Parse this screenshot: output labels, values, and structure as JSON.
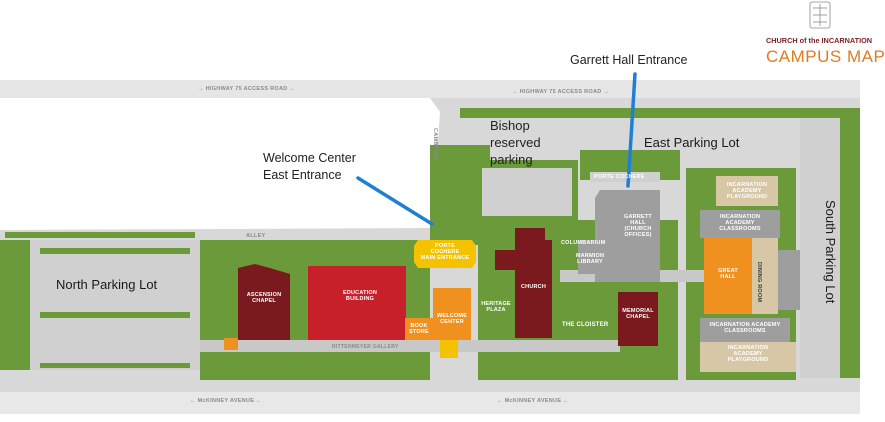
{
  "header": {
    "church_name": "CHURCH of the INCARNATION",
    "map_title": "CAMPUS MAP",
    "logo_icon": "church-logo-icon"
  },
  "roads": {
    "highway_left": "→ HIGHWAY 75 ACCESS ROAD →",
    "highway_right": "→ HIGHWAY 75 ACCESS ROAD →",
    "mckinney_left": "← McKINNEY AVENUE ←",
    "mckinney_right": "← McKINNEY AVENUE ←",
    "cambrick": "CAMBRICK",
    "alley": "ALLEY",
    "rittenmeyer": "RITTENMEYER GALLERY"
  },
  "callouts": {
    "garrett": "Garrett Hall Entrance",
    "welcome_line1": "Welcome Center",
    "welcome_line2": "East Entrance",
    "bishop_line1": "Bishop",
    "bishop_line2": "reserved",
    "bishop_line3": "parking"
  },
  "lots": {
    "north": "North Parking Lot",
    "east": "East Parking Lot",
    "south": "South Parking Lot"
  },
  "buildings": {
    "ascension": [
      "ASCENSION",
      "CHAPEL"
    ],
    "education": [
      "EDUCATION",
      "BUILDING"
    ],
    "book_store": [
      "BOOK",
      "STORE"
    ],
    "porte_main": [
      "PORTE",
      "COCHERE",
      "MAIN ENTRANCE"
    ],
    "welcome": [
      "WELCOME",
      "CENTER"
    ],
    "heritage": [
      "HERITAGE",
      "PLAZA"
    ],
    "church": "CHURCH",
    "columbarium": "COLUMBARIUM",
    "marmion": [
      "MARMION",
      "LIBRARY"
    ],
    "porte_east": "PORTE COCHERE",
    "garrett_hall": [
      "GARRETT",
      "HALL",
      "(CHURCH",
      "OFFICES)"
    ],
    "cloister": "THE CLOISTER",
    "memorial": [
      "MEMORIAL",
      "CHAPEL"
    ],
    "playground_top": [
      "INCARNATION",
      "ACADEMY",
      "PLAYGROUND"
    ],
    "classrooms_top": [
      "INCARNATION",
      "ACADEMY",
      "CLASSROOMS"
    ],
    "great_hall": [
      "GREAT",
      "HALL"
    ],
    "dining_room": [
      "DINING",
      "ROOM"
    ],
    "classrooms_bottom": [
      "INCARNATION ACADEMY",
      "CLASSROOMS"
    ],
    "playground_bottom": [
      "INCARNATION",
      "ACADEMY",
      "PLAYGROUND"
    ]
  },
  "colors": {
    "grass": "#6a9a3a",
    "path": "#c8c8c8",
    "maroon": "#7a1a1e",
    "red": "#c8202b",
    "orange": "#f0901e",
    "yellow": "#f5c200",
    "gray_building": "#9e9e9e",
    "tan": "#d7c7a6",
    "pointer_blue": "#1f7fd4"
  }
}
